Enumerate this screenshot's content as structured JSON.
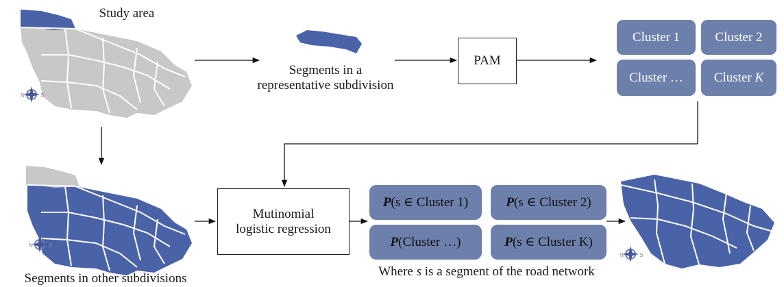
{
  "labels": {
    "study_area": "Study area",
    "segments_rep_line1": "Segments in a",
    "segments_rep_line2": "representative subdivision",
    "segments_other": "Segments in other subdivisions",
    "footnote_pre": "Where ",
    "footnote_var": "s",
    "footnote_post": " is a segment of the road network"
  },
  "boxes": {
    "pam": "PAM",
    "mlr_line1": "Mutinomial",
    "mlr_line2": "logistic regression"
  },
  "clusters": {
    "c1": "Cluster 1",
    "c2": "Cluster 2",
    "c_dots": "Cluster …",
    "cK_prefix": "Cluster ",
    "cK_var": "K"
  },
  "probabilities": {
    "p_symbol": "P",
    "p1_inner": "(s ∈ Cluster 1)",
    "p2_inner": "(s ∈ Cluster 2)",
    "p3_inner": "(Cluster …)",
    "p4_inner": "(s ∈ Cluster K)"
  },
  "compass": {
    "left": "N",
    "right": "S"
  },
  "colors": {
    "map_gray": "#c8c8c8",
    "map_blue": "#4a63a8",
    "cluster_fill": "#6d7fab",
    "arrow": "#111111"
  }
}
